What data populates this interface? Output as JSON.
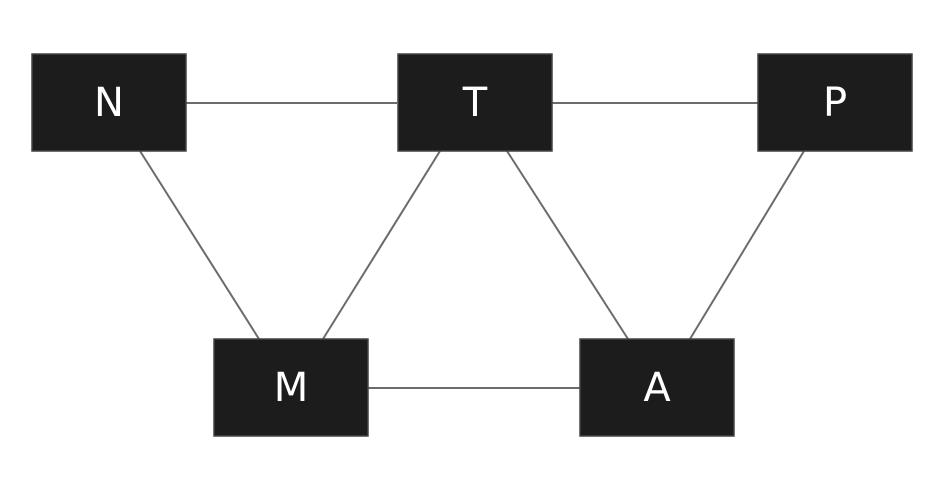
{
  "colors": {
    "background": "#ffffff",
    "node_fill": "#1c1c1c",
    "node_text": "#ffffff",
    "edge": "#6b6b6b"
  },
  "nodes": [
    {
      "id": "N",
      "label": "N"
    },
    {
      "id": "T",
      "label": "T"
    },
    {
      "id": "P",
      "label": "P"
    },
    {
      "id": "M",
      "label": "M"
    },
    {
      "id": "A",
      "label": "A"
    }
  ],
  "edges": [
    {
      "from": "N",
      "to": "T"
    },
    {
      "from": "T",
      "to": "P"
    },
    {
      "from": "N",
      "to": "M"
    },
    {
      "from": "T",
      "to": "M"
    },
    {
      "from": "T",
      "to": "A"
    },
    {
      "from": "P",
      "to": "A"
    },
    {
      "from": "M",
      "to": "A"
    }
  ]
}
